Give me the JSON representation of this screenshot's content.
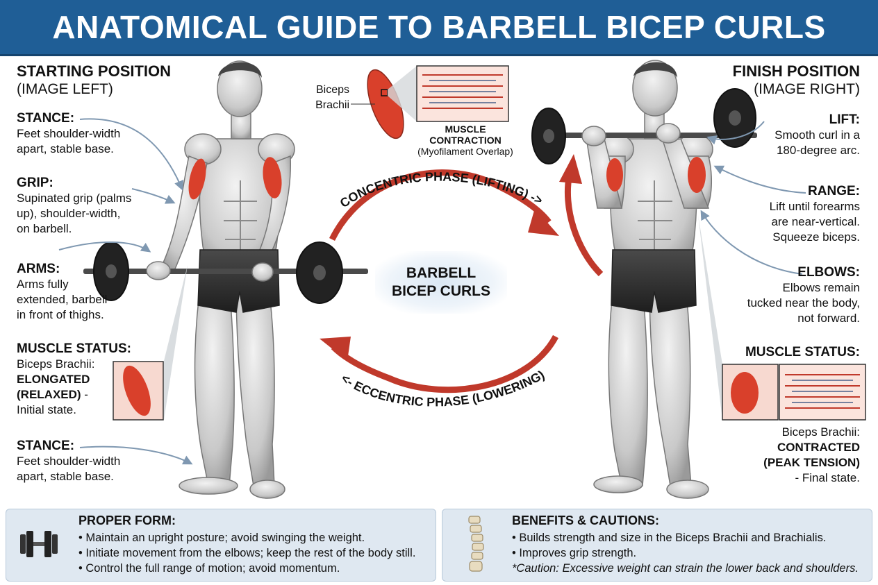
{
  "title": "ANATOMICAL GUIDE TO BARBELL BICEP CURLS",
  "center": {
    "line1": "BARBELL",
    "line2": "BICEP CURLS"
  },
  "phases": {
    "concentric": "CONCENTRIC PHASE (LIFTING) ->",
    "eccentric": "<- ECCENTRIC PHASE (LOWERING)"
  },
  "inset": {
    "muscle_label_1": "Biceps",
    "muscle_label_2": "Brachii",
    "caption_title": "MUSCLE CONTRACTION",
    "caption_sub": "(Myofilament Overlap)"
  },
  "left": {
    "heading": "STARTING POSITION",
    "subheading": "(IMAGE LEFT)",
    "stance1": {
      "label": "STANCE:",
      "lines": [
        "Feet shoulder-width",
        "apart, stable base."
      ]
    },
    "grip": {
      "label": "GRIP:",
      "lines": [
        "Supinated grip (palms",
        "up), shoulder-width,",
        "on barbell."
      ]
    },
    "arms": {
      "label": "ARMS:",
      "lines": [
        "Arms fully",
        "extended, barbell",
        "in front of thighs."
      ]
    },
    "muscle_status": {
      "label": "MUSCLE STATUS:",
      "line1": "Biceps Brachii:",
      "bold1": "ELONGATED",
      "bold2": "(RELAXED)",
      "suffix": " -",
      "line4": "Initial state."
    },
    "stance2": {
      "label": "STANCE:",
      "lines": [
        "Feet shoulder-width",
        "apart, stable base."
      ]
    }
  },
  "right": {
    "heading": "FINISH POSITION",
    "subheading": "(IMAGE RIGHT)",
    "lift": {
      "label": "LIFT:",
      "lines": [
        "Smooth curl in a",
        "180-degree arc."
      ]
    },
    "range": {
      "label": "RANGE:",
      "lines": [
        "Lift until forearms",
        "are near-vertical.",
        "Squeeze biceps."
      ]
    },
    "elbows": {
      "label": "ELBOWS:",
      "lines": [
        "Elbows remain",
        "tucked near the body,",
        "not forward."
      ]
    },
    "muscle_status": {
      "label": "MUSCLE STATUS:",
      "line1": "Biceps Brachii:",
      "bold1": "CONTRACTED",
      "bold2": "(PEAK TENSION)",
      "line4": "- Final state."
    }
  },
  "proper_form": {
    "title": "PROPER FORM:",
    "items": [
      "• Maintain an upright posture; avoid swinging the weight.",
      "• Initiate movement from the elbows; keep the rest of the body still.",
      "• Control the full range of motion; avoid momentum."
    ]
  },
  "benefits": {
    "title": "BENEFITS & CAUTIONS:",
    "items": [
      "• Builds strength and size in the Biceps Brachii and Brachialis.",
      "• Improves grip strength."
    ],
    "caution": "*Caution: Excessive weight can strain the lower back and shoulders."
  },
  "colors": {
    "title_bg": "#1f5e96",
    "muscle": "#d9402b",
    "arrow": "#c0392b",
    "panel_bg": "#dfe8f1"
  },
  "icons": [
    "dumbbell-icon",
    "spine-icon",
    "arrow-icon"
  ]
}
